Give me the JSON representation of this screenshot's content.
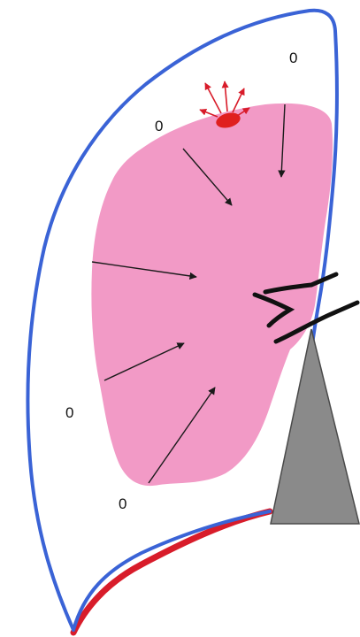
{
  "labels": {
    "zero_top_right": "0",
    "zero_top_left": "0",
    "zero_mid_left": "0",
    "zero_bottom": "0"
  },
  "colors": {
    "background": "#ffffff",
    "pleural_outline": "#3a63d6",
    "lung_fill": "#f29ac6",
    "diaphragm_red": "#d81c2a",
    "bleb": "#e0201f",
    "arrows": "#1a1a1a",
    "mediastinum": "#8a8a8a",
    "bronchus": "#111111"
  },
  "icons": {
    "leak_site": "red-ellipse-with-radiating-arrows",
    "mediastinum": "gray-triangle"
  }
}
